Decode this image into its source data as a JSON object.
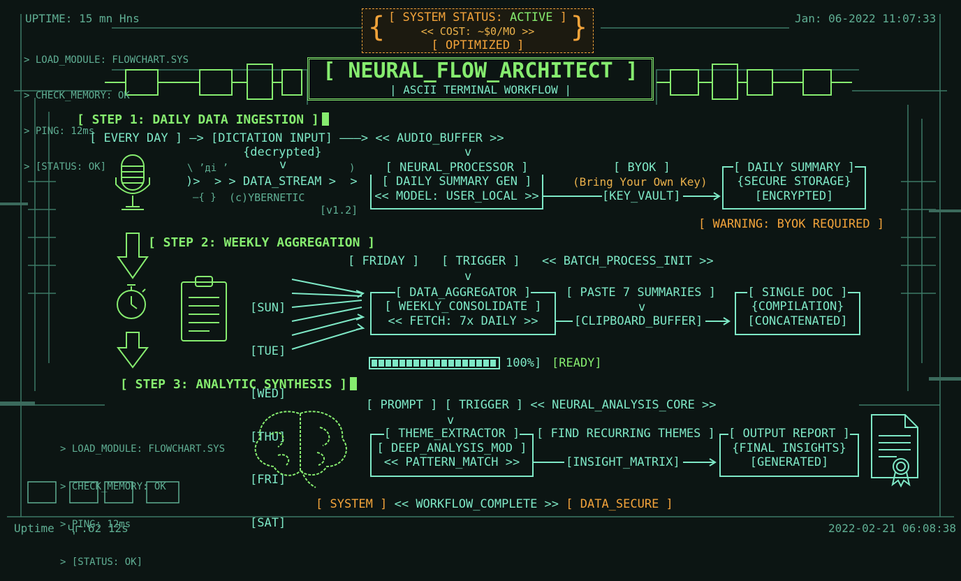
{
  "corner": {
    "uptime_top": "UPTIME: 15 mn Hns",
    "date_top": "Jan: 06-2022 11:07:33",
    "uptime_bottom": "Uptime  Ҷг.62 12s",
    "date_bottom": "2022-02-21 06:08:38"
  },
  "log_top": [
    "> LOAD_MODULE: FLOWCHART.SYS",
    "> CHECK_MEMORY: OK",
    "> PING: 12ms",
    "> [STATUS: OK]"
  ],
  "log_bottom": [
    "> LOAD_MODULE: FLOWCHART.SYS",
    "> CHECK_MEMORY: OK",
    "> PING: 12ms",
    "> [STATUS: OK]"
  ],
  "status": {
    "line1": "[ SYSTEM STATUS: ",
    "active": "ACTIVE",
    "line1_end": " ]",
    "line2": "<< COST: ~$0/MO >>",
    "line3": "[ OPTIMIZED ]"
  },
  "title": {
    "main": "[ NEURAL_FLOW_ARCHITECT ]",
    "sub": "| ASCII TERMINAL WORKFLOW |"
  },
  "step1": {
    "header": "[ STEP 1: DAILY DATA INGESTION ]",
    "every_day": "[ EVERY DAY ] —> [DICTATION INPUT] ———> << AUDIO_BUFFER >>",
    "decrypted": "{decrypted}",
    "v1": "v",
    "v2": "v",
    "noise1": "\\ ’ді ’",
    "noise2": ")",
    "stream": ")>  > > DATA_STREAM >  >",
    "noise3": "—{ }",
    "cyber": "(c)YBERNETIC",
    "version": "[v1.2]",
    "processor": [
      "[ NEURAL_PROCESSOR ]",
      "[ DAILY SUMMARY GEN ]",
      "<< MODEL: USER_LOCAL >>"
    ],
    "byok": "[ BYOK ]",
    "byok_sub": "(Bring Your Own Key)",
    "key_vault": "[KEY_VAULT]",
    "summary": [
      "[ DAILY SUMMARY ]",
      "{SECURE STORAGE}",
      "[ENCRYPTED]"
    ],
    "warning": "[ WARNING: BYOK REQUIRED ]"
  },
  "step2": {
    "header": "[ STEP 2: WEEKLY AGGREGATION ]",
    "friday": "[ FRIDAY ]",
    "trigger": "[ TRIGGER ]",
    "batch": "<< BATCH_PROCESS_INIT >>",
    "v": "v",
    "days": [
      "[SUN]",
      "[TUE]",
      "[WED]",
      "[THU]",
      "[FRI]",
      "[SAT]"
    ],
    "aggregator": [
      "[ DATA_AGGREGATOR ]",
      "[ WEEKLY_CONSOLIDATE ]",
      "<< FETCH: 7x DAILY >>"
    ],
    "paste": "[ PASTE 7 SUMMARIES ]",
    "v2": "v",
    "clipboard": "[CLIPBOARD_BUFFER]",
    "doc": [
      "[ SINGLE DOC ]",
      "{COMPILATION}",
      "[CONCATENATED]"
    ],
    "progress": 1.0,
    "progress_label": "100%]",
    "ready": "[READY]"
  },
  "step3": {
    "header": "[ STEP 3: ANALYTIC SYNTHESIS ]",
    "prompt": "[ PROMPT ] [ TRIGGER ] << NEURAL_ANALYSIS_CORE >>",
    "v": "v",
    "extractor": [
      "[ THEME_EXTRACTOR ]",
      "[ DEEP_ANALYSIS_MOD ]",
      "<< PATTERN_MATCH >>"
    ],
    "themes": "[ FIND RECURRING THEMES ]",
    "matrix": "[INSIGHT_MATRIX]",
    "report": [
      "[ OUTPUT REPORT ]",
      "{FINAL INSIGHTS}",
      "[GENERATED]"
    ]
  },
  "footer": {
    "system": "[ SYSTEM ]",
    "complete": "<< WORKFLOW_COMPLETE >>",
    "secure": "[ DATA_SECURE ]"
  },
  "colors": {
    "green": "#86ec6f",
    "cyan": "#7ee8c6",
    "amber": "#f2a33a",
    "bg": "#0c1513"
  }
}
